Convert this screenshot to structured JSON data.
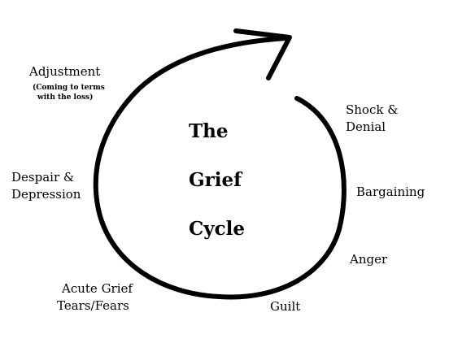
{
  "title": {
    "line1": "The",
    "line2": "Grief",
    "line3": "Cycle"
  },
  "stages": {
    "shock_denial": {
      "line1": "Shock &",
      "line2": "Denial"
    },
    "bargaining": "Bargaining",
    "anger": "Anger",
    "guilt": "Guilt",
    "acute_grief": {
      "line1": "Acute Grief",
      "line2": "Tears/Fears"
    },
    "despair": {
      "line1": "Despair &",
      "line2": "Depression"
    },
    "adjustment": {
      "label": "Adjustment",
      "note_line1": "(Coming to terms",
      "note_line2": "with the loss)"
    }
  },
  "colors": {
    "stroke": "#000000",
    "background": "#ffffff"
  }
}
